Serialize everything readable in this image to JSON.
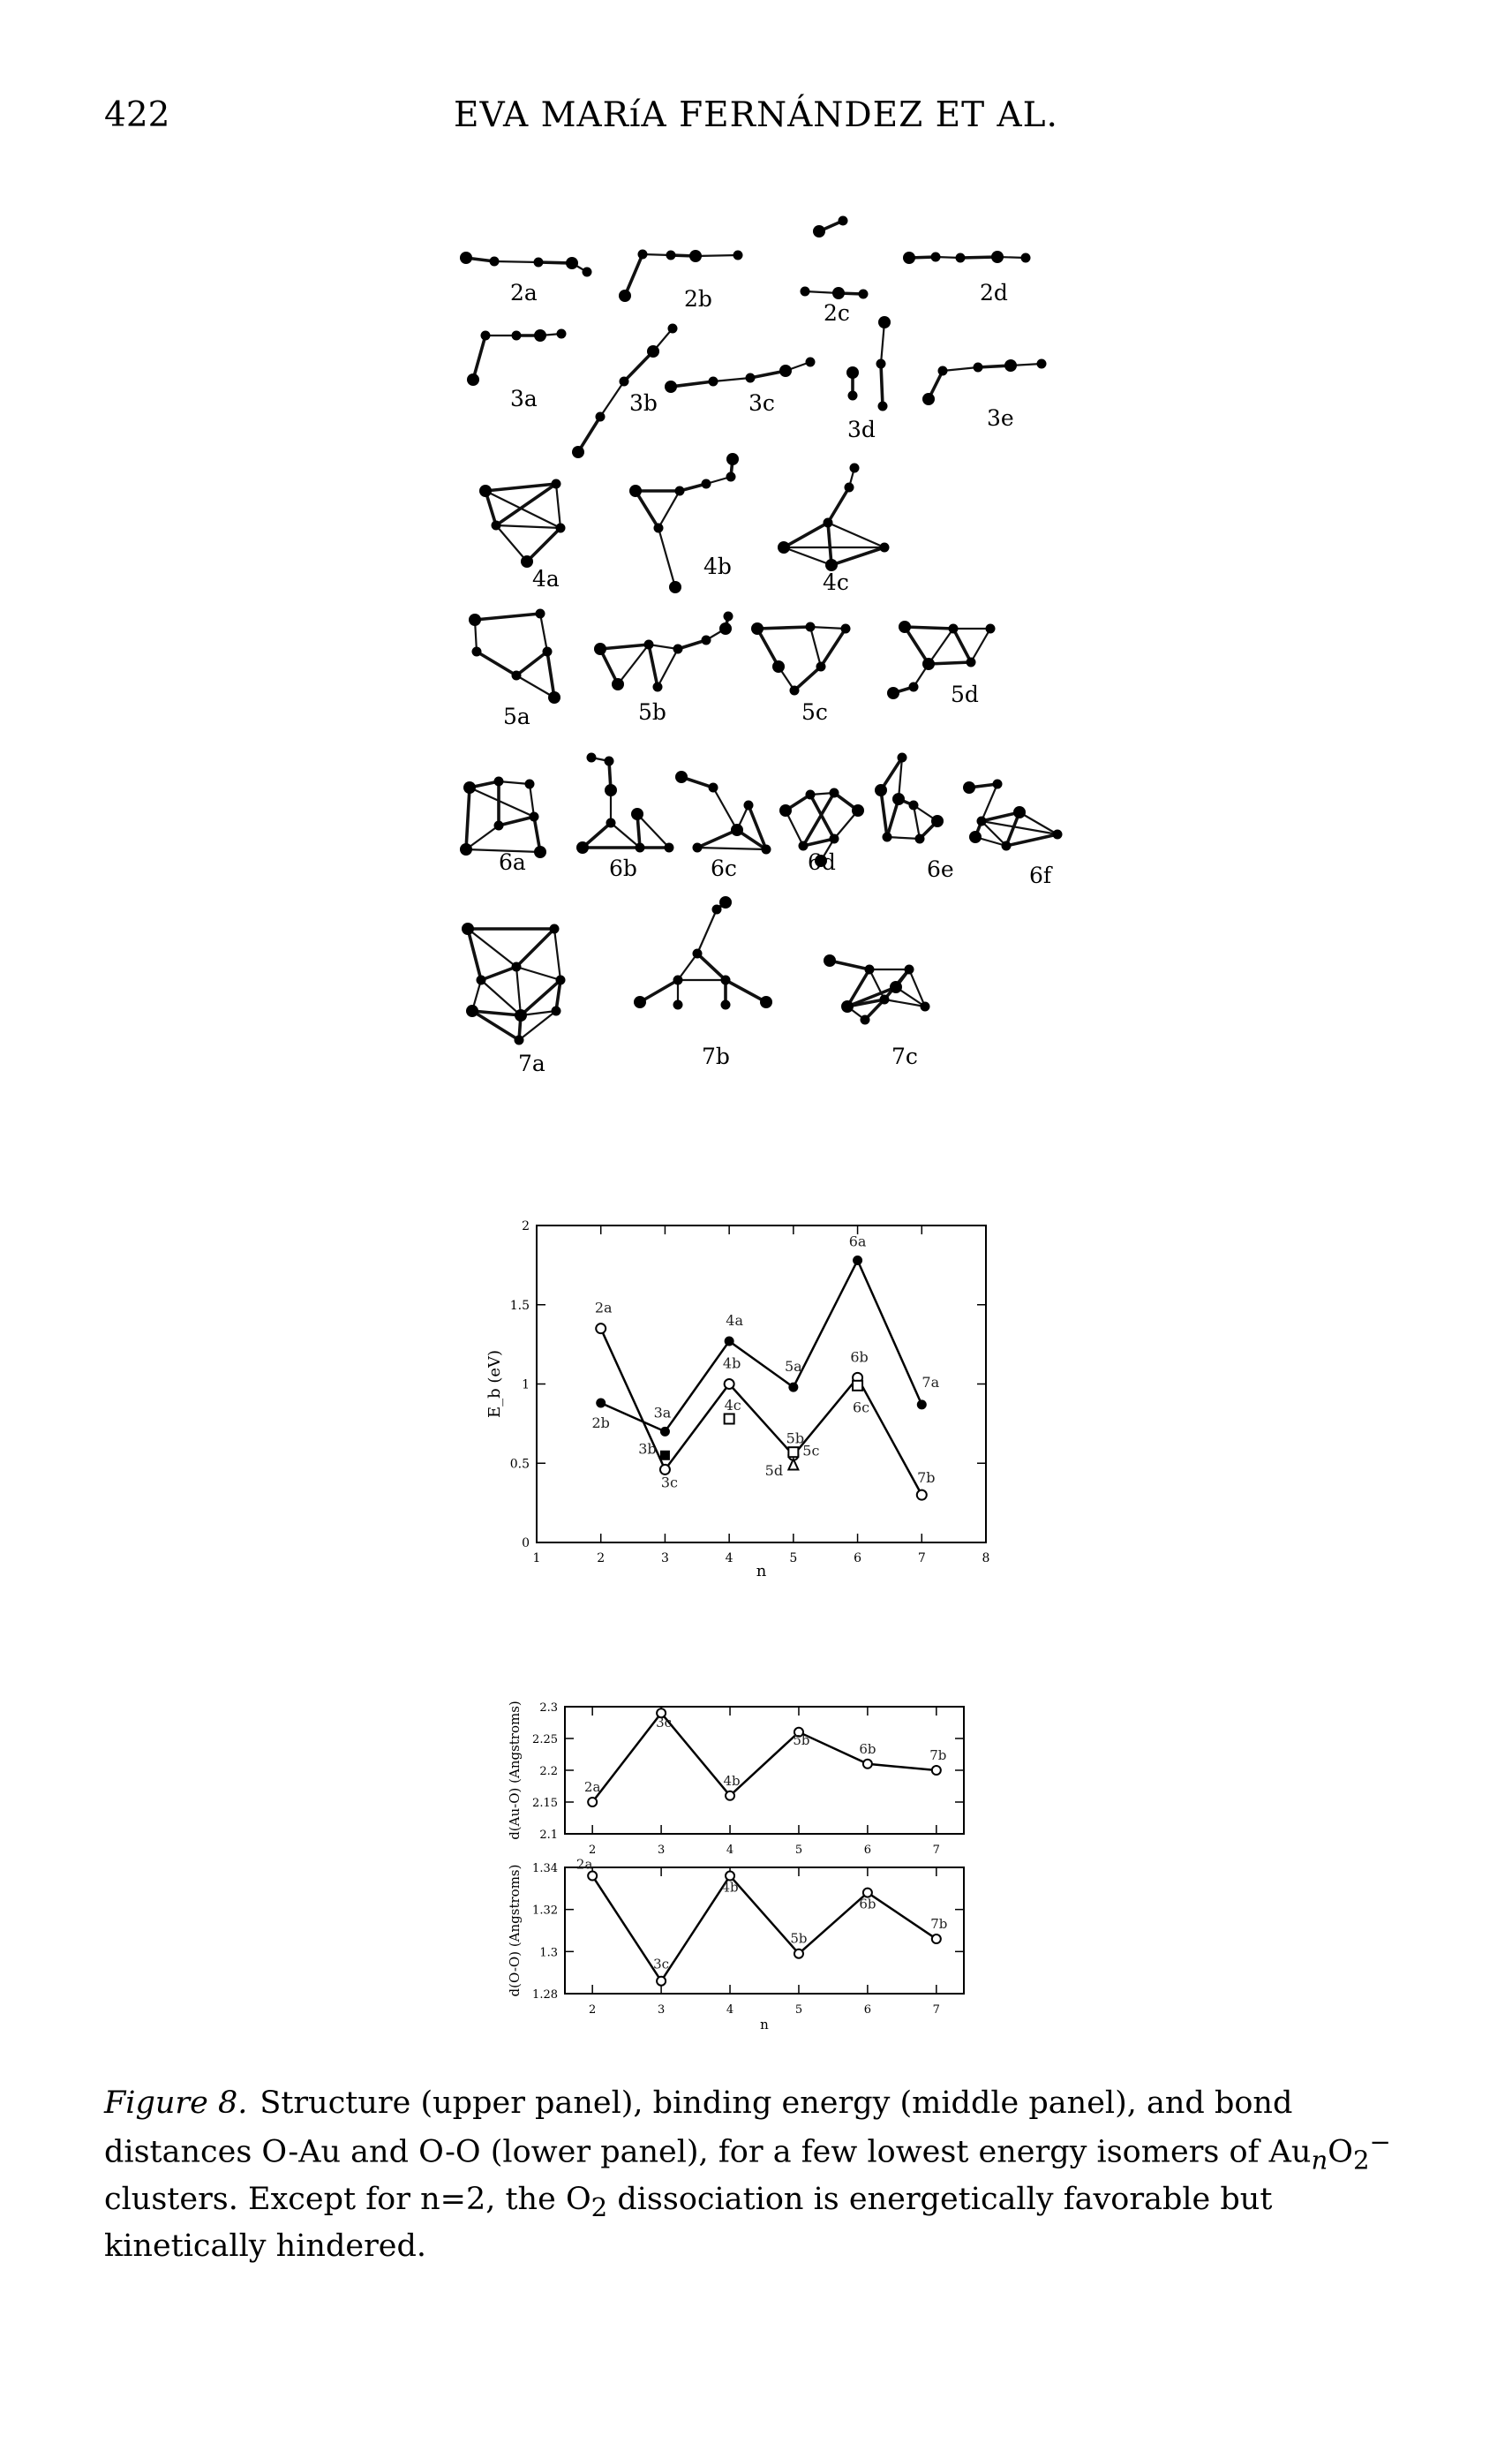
{
  "header": {
    "page_number": "422",
    "running_title": "EVA MARíA FERNÁNDEZ ET AL."
  },
  "structure_labels": [
    "2a",
    "2b",
    "2c",
    "2d",
    "3a",
    "3b",
    "3c",
    "3d",
    "3e",
    "4a",
    "4b",
    "4c",
    "5a",
    "5b",
    "5c",
    "5d",
    "6a",
    "6b",
    "6c",
    "6d",
    "6e",
    "6f",
    "7a",
    "7b",
    "7c"
  ],
  "chart_data": [
    {
      "type": "line",
      "xlabel": "n",
      "ylabel": "E_b (eV)",
      "xlim": [
        1,
        8
      ],
      "ylim": [
        0,
        2
      ],
      "xticks": [
        1,
        2,
        3,
        4,
        5,
        6,
        7,
        8
      ],
      "yticks": [
        0,
        0.5,
        1,
        1.5,
        2
      ],
      "grid": false,
      "series": [
        {
          "marker": "filled-circle",
          "connected": true,
          "x": [
            2,
            3,
            4,
            5,
            6,
            7
          ],
          "y": [
            0.88,
            0.7,
            1.27,
            0.98,
            1.78,
            0.87
          ],
          "labels": [
            "2b",
            "3a",
            "4a",
            "5a",
            "6a",
            "7a"
          ]
        },
        {
          "marker": "open-circle",
          "connected": true,
          "x": [
            2,
            3,
            4,
            5,
            6,
            7
          ],
          "y": [
            1.35,
            0.46,
            1.0,
            0.55,
            1.04,
            0.3
          ],
          "labels": [
            "2a",
            "3c",
            "4b",
            "5b",
            "6b",
            "7b"
          ]
        },
        {
          "marker": "filled-square",
          "connected": false,
          "x": [
            3
          ],
          "y": [
            0.55
          ],
          "labels": [
            "3b"
          ]
        },
        {
          "marker": "open-square",
          "connected": false,
          "x": [
            4,
            5,
            6
          ],
          "y": [
            0.78,
            0.57,
            0.99
          ],
          "labels": [
            "4c",
            "5c",
            "6c"
          ]
        },
        {
          "marker": "open-triangle",
          "connected": false,
          "x": [
            5
          ],
          "y": [
            0.49
          ],
          "labels": [
            "5d"
          ]
        }
      ]
    },
    {
      "type": "line",
      "xlabel": "",
      "ylabel": "d(Au-O) (Angstroms)",
      "xlim": [
        1.6,
        7.4
      ],
      "ylim": [
        2.1,
        2.3
      ],
      "xticks": [
        2,
        3,
        4,
        5,
        6,
        7
      ],
      "yticks": [
        2.1,
        2.15,
        2.2,
        2.25,
        2.3
      ],
      "series": [
        {
          "marker": "open-circle",
          "connected": true,
          "x": [
            2,
            3,
            4,
            5,
            6,
            7
          ],
          "y": [
            2.15,
            2.29,
            2.16,
            2.26,
            2.21,
            2.2
          ],
          "labels": [
            "2a",
            "3c",
            "4b",
            "5b",
            "6b",
            "7b"
          ]
        }
      ]
    },
    {
      "type": "line",
      "xlabel": "n",
      "ylabel": "d(O-O) (Angstroms)",
      "xlim": [
        1.6,
        7.4
      ],
      "ylim": [
        1.28,
        1.34
      ],
      "xticks": [
        2,
        3,
        4,
        5,
        6,
        7
      ],
      "yticks": [
        1.28,
        1.3,
        1.32,
        1.34
      ],
      "series": [
        {
          "marker": "open-circle",
          "connected": true,
          "x": [
            2,
            3,
            4,
            5,
            6,
            7
          ],
          "y": [
            1.336,
            1.286,
            1.336,
            1.299,
            1.328,
            1.306
          ],
          "labels": [
            "2a",
            "3c",
            "4b",
            "5b",
            "6b",
            "7b"
          ]
        }
      ]
    }
  ],
  "caption": {
    "label": "Figure 8.",
    "text_before_formula": "Structure (upper panel), binding energy (middle panel), and bond distances O-Au and O-O (lower panel), for a few lowest energy isomers of ",
    "formula_base_1": "Au",
    "formula_sub_1": "n",
    "formula_base_2": "O",
    "formula_sub_2": "2",
    "formula_sup_2": "−",
    "text_mid": " clusters. Except for n=2, the ",
    "o2_base": "O",
    "o2_sub": "2",
    "text_after": " dissociation is energetically favorable but kinetically hindered."
  }
}
